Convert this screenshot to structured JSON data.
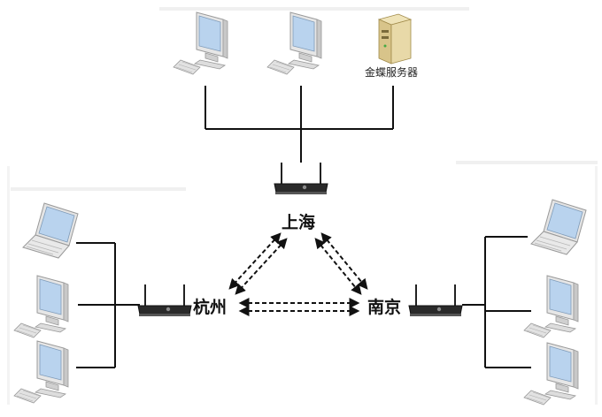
{
  "nodes": {
    "shanghai": {
      "label": "上海"
    },
    "hangzhou": {
      "label": "杭州"
    },
    "nanjing": {
      "label": "南京"
    },
    "server": {
      "label": "金蝶服务器"
    }
  },
  "links": [
    {
      "from": "shanghai",
      "to": "hangzhou",
      "style": "dashed-bidirectional"
    },
    {
      "from": "shanghai",
      "to": "nanjing",
      "style": "dashed-bidirectional"
    },
    {
      "from": "hangzhou",
      "to": "nanjing",
      "style": "dashed-bidirectional"
    }
  ],
  "colors": {
    "line": "#111111",
    "router_body": "#2a2a2a",
    "screen": "#b9d3ee",
    "pc_casing": "#e6e6e6",
    "server_body": "#e8d9a8",
    "panel_shade": "#f2f2f2"
  }
}
